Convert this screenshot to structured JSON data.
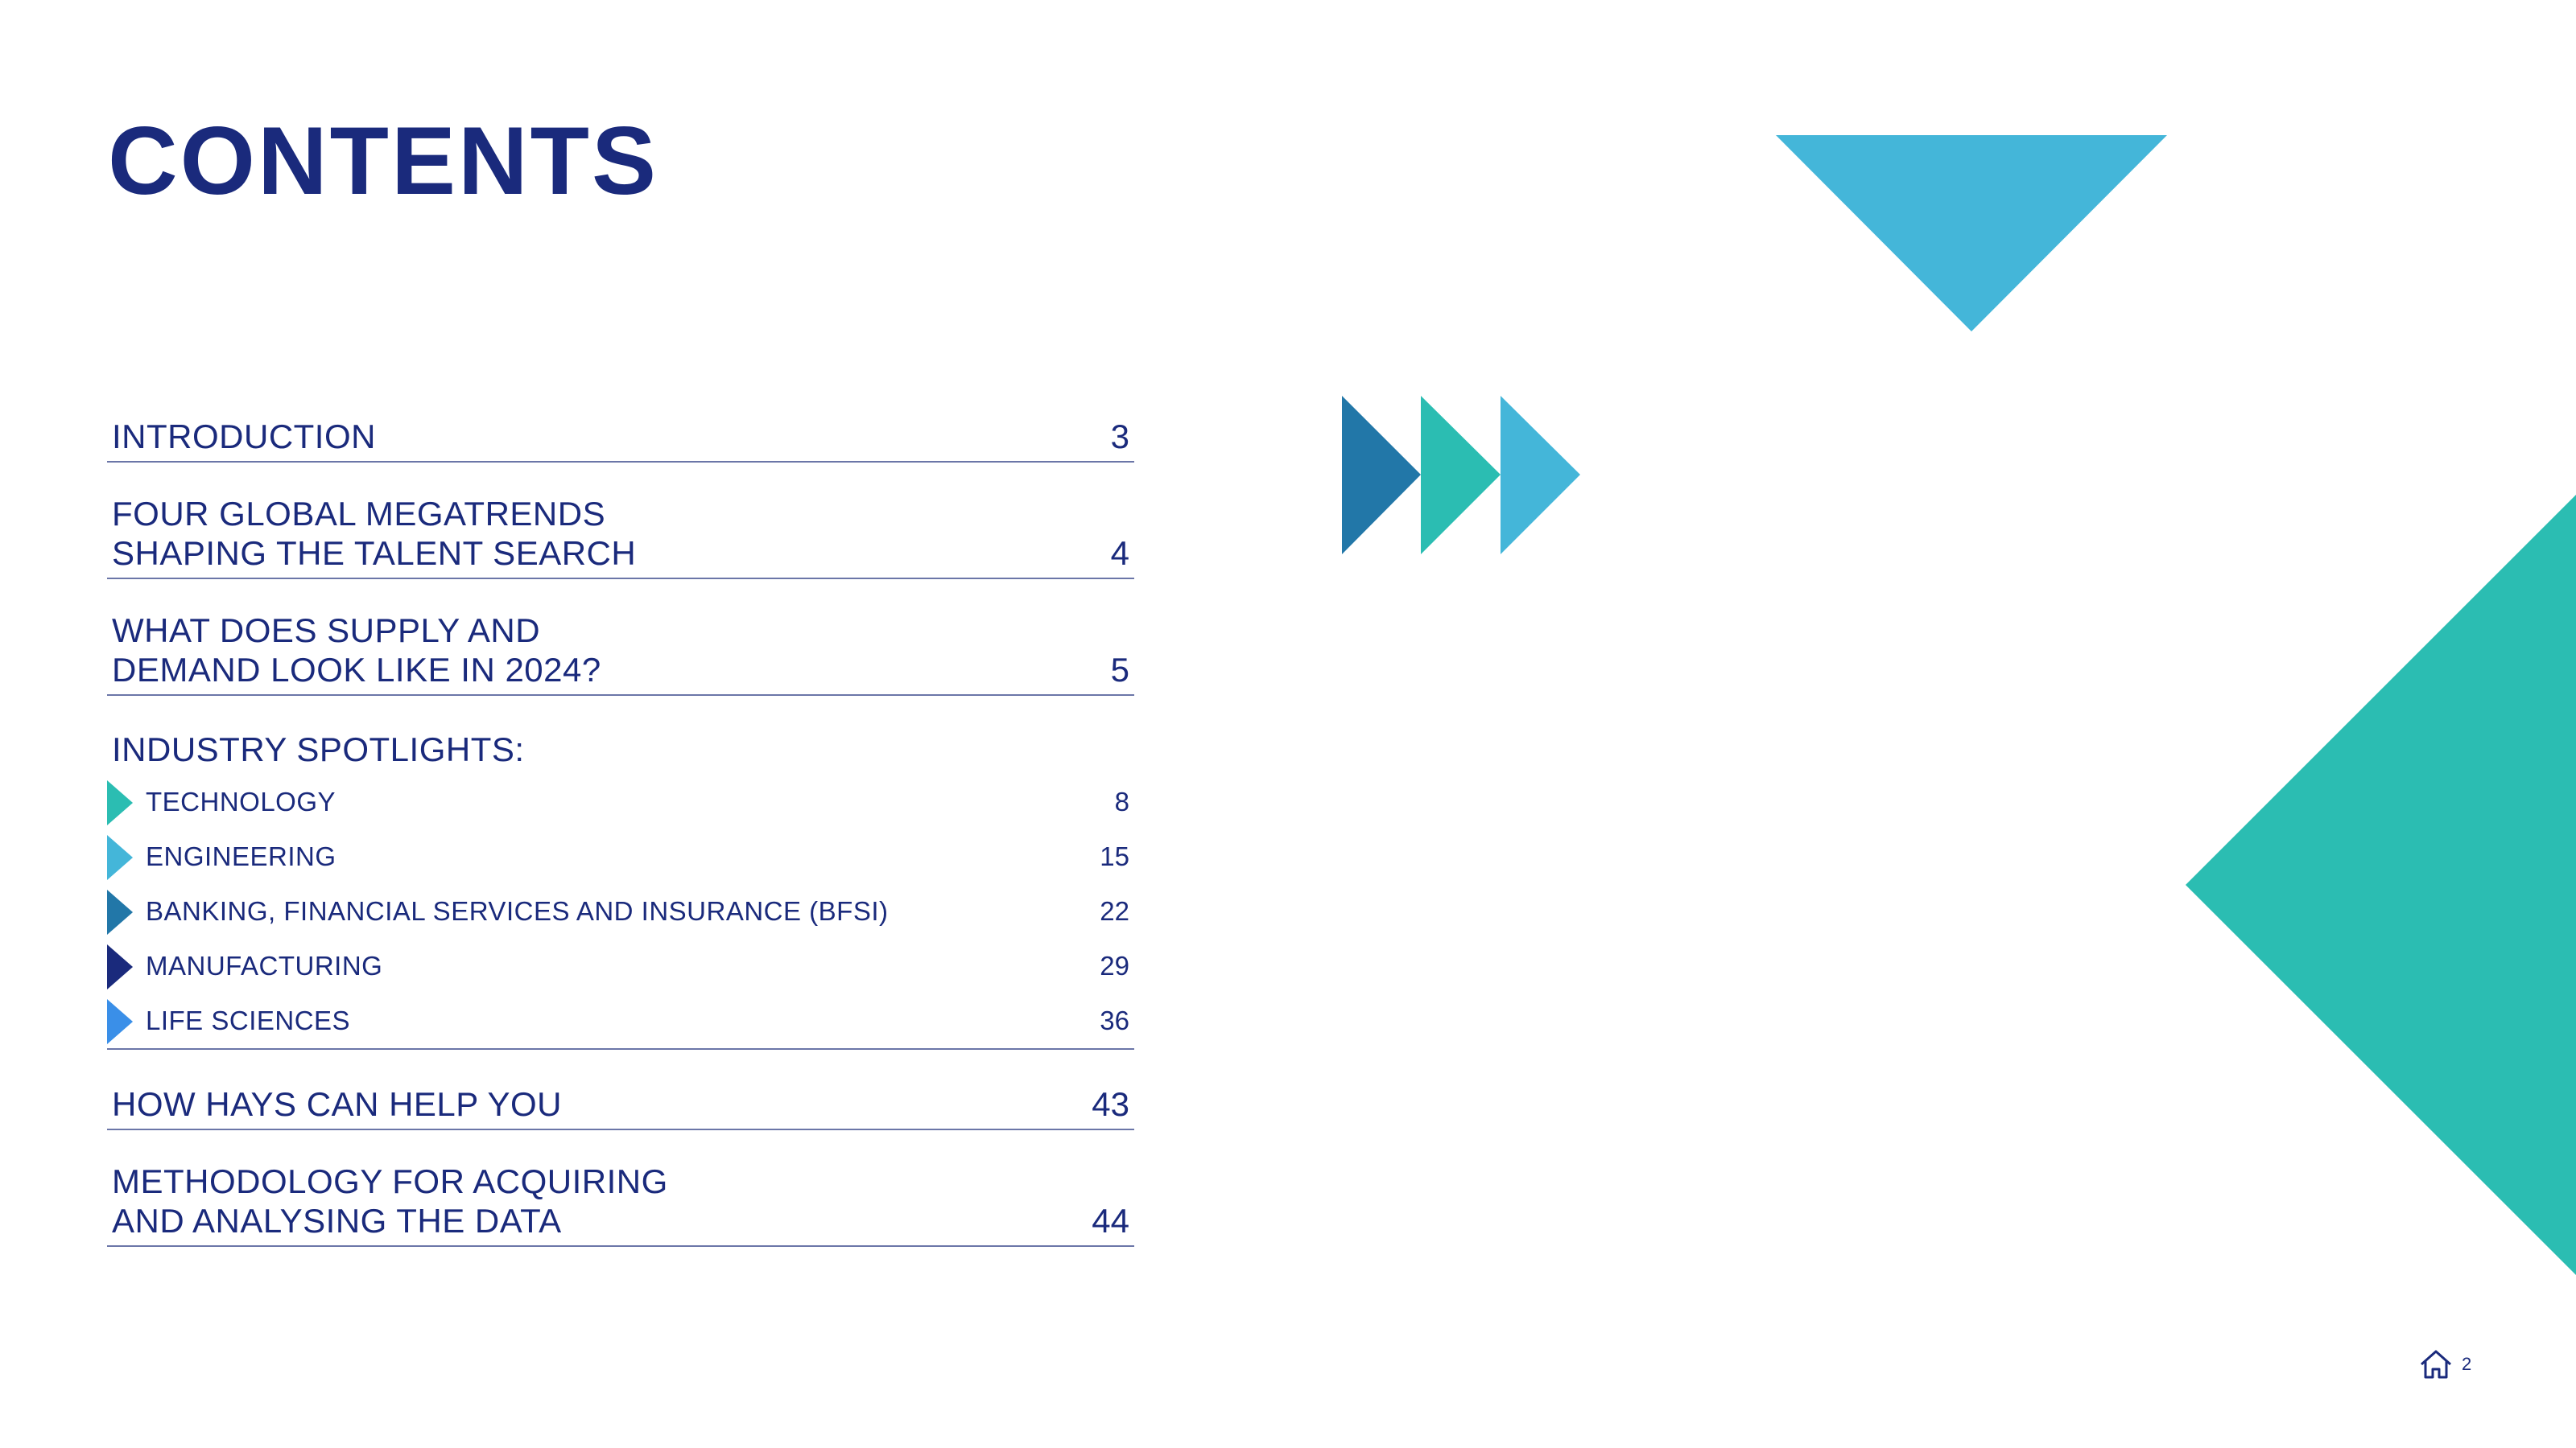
{
  "page_title": "CONTENTS",
  "toc": {
    "entries": [
      {
        "label": "INTRODUCTION",
        "page": "3"
      },
      {
        "label": "FOUR GLOBAL MEGATRENDS\nSHAPING THE TALENT SEARCH",
        "page": "4"
      },
      {
        "label": "WHAT DOES SUPPLY AND\nDEMAND LOOK LIKE IN 2024?",
        "page": "5"
      },
      {
        "label": "HOW HAYS CAN HELP YOU",
        "page": "43"
      },
      {
        "label": "METHODOLOGY FOR ACQUIRING\nAND ANALYSING THE DATA",
        "page": "44"
      }
    ],
    "spotlights": {
      "heading": "INDUSTRY SPOTLIGHTS:",
      "items": [
        {
          "label": "TECHNOLOGY",
          "page": "8",
          "color": "#2bbdb2"
        },
        {
          "label": "ENGINEERING",
          "page": "15",
          "color": "#44b6d9"
        },
        {
          "label": "BANKING, FINANCIAL SERVICES AND INSURANCE (BFSI)",
          "page": "22",
          "color": "#2277a8"
        },
        {
          "label": "MANUFACTURING",
          "page": "29",
          "color": "#1a2a7c"
        },
        {
          "label": "LIFE SCIENCES",
          "page": "36",
          "color": "#3a8fe8"
        }
      ]
    }
  },
  "colors": {
    "navy": "#1a2a7c",
    "teal": "#2bbdb2",
    "sky": "#44b6d9",
    "blue": "#2277a8",
    "rule": "#6b76a8"
  },
  "decorations": [
    "down-triangle",
    "triple-chevron-arrows",
    "left-triangle"
  ],
  "footer": {
    "icon": "home-icon",
    "page_number": "2"
  }
}
